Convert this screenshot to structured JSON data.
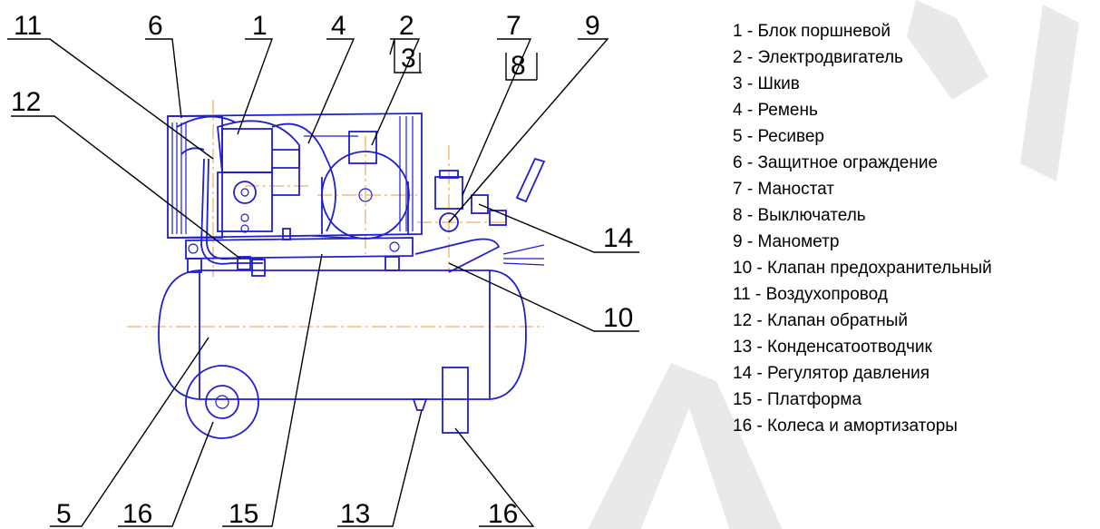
{
  "diagram": {
    "callouts": [
      "11",
      "6",
      "1",
      "4",
      "2",
      "3",
      "7",
      "8",
      "9",
      "12",
      "14",
      "10",
      "5",
      "16",
      "15",
      "13",
      "16"
    ],
    "legend": [
      "1 - Блок поршневой",
      "2 - Электродвигатель",
      "3 - Шкив",
      "4 - Ремень",
      "5 - Ресивер",
      "6 - Защитное ограждение",
      "7 - Маностат",
      "8 - Выключатель",
      "9 - Манометр",
      "10 - Клапан предохранительный",
      "11 - Воздухопровод",
      "12 - Клапан обратный",
      "13 - Конденсатоотводчик",
      "14 - Регулятор давления",
      "15 - Платформа",
      "16 - Колеса и амортизаторы"
    ],
    "colors": {
      "drawing": "#1f1fd0",
      "leaders": "#000000",
      "centerlines": "#e89a3c",
      "watermark": "#e6e6e6"
    }
  }
}
